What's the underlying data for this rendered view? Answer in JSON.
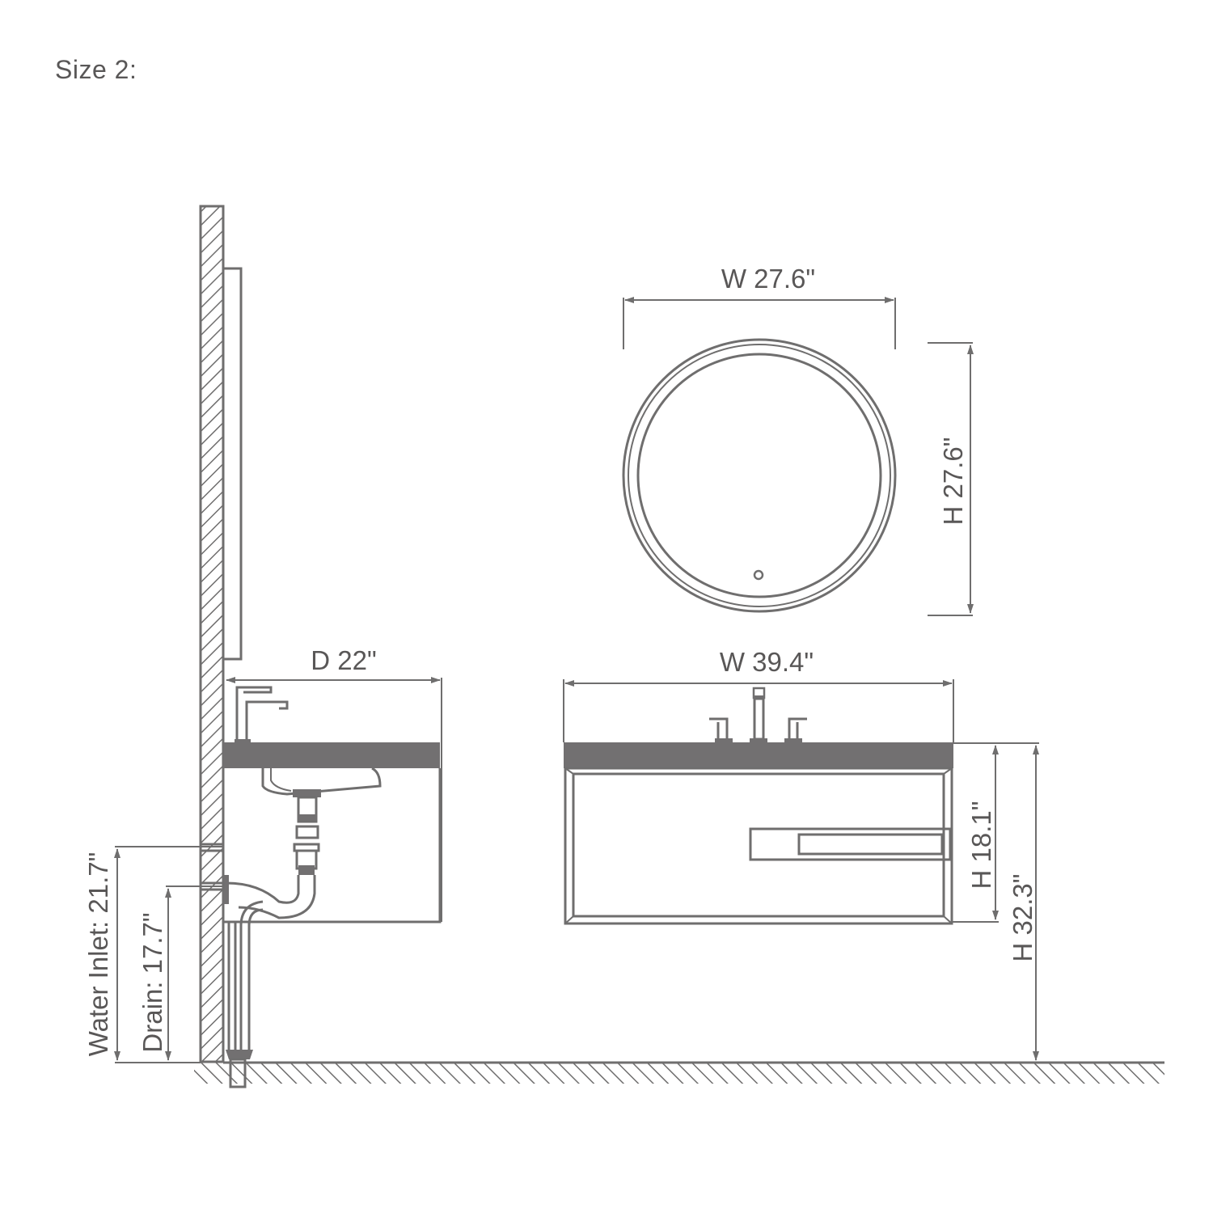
{
  "title": "Size 2:",
  "colors": {
    "line": "#6f6e6e",
    "countertop": "#727071",
    "text": "#595757",
    "background": "#ffffff"
  },
  "side_view": {
    "depth_label": "D 22\"",
    "water_inlet_label": "Water Inlet: 21.7\"",
    "drain_label": "Drain: 17.7\""
  },
  "mirror": {
    "shape": "round",
    "width_label": "W 27.6\"",
    "height_label": "H 27.6\""
  },
  "vanity_front": {
    "width_label": "W 39.4\"",
    "cabinet_height_label": "H 18.1\"",
    "total_height_label": "H 32.3\""
  }
}
